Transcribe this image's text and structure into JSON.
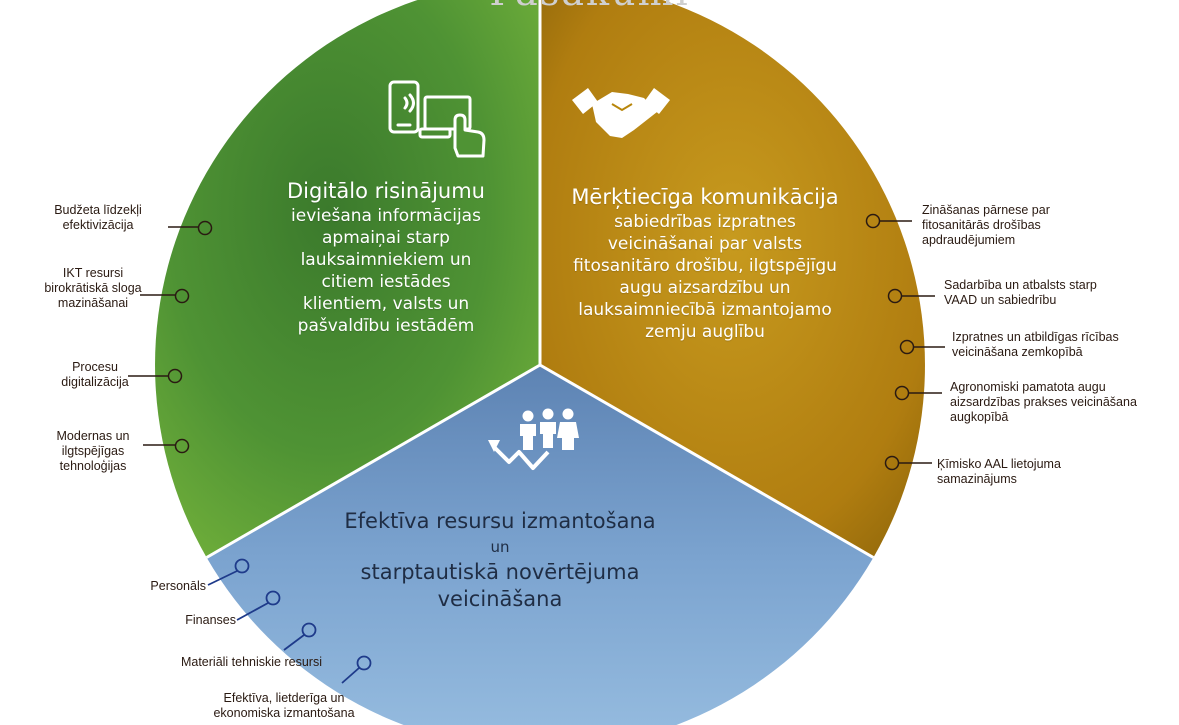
{
  "header": {
    "title": "Pasākumi"
  },
  "segments": {
    "digital": {
      "title": "Digitālo risinājumu",
      "subtitle": [
        "ieviešana informācijas",
        "apmaiņai starp",
        "lauksaimniekiem un",
        "citiem iestādes",
        "klientiem, valsts un",
        "pašvaldību iestādēm"
      ],
      "icon": "touchscreen-devices-icon",
      "color": "#4a8a30",
      "bullets": [
        [
          "Budžeta līdzekļi",
          "efektivizācija"
        ],
        [
          "IKT resursi",
          "birokrātiskā sloga",
          "mazināšanai"
        ],
        [
          "Procesu",
          "digitalizācija"
        ],
        [
          "Modernas un",
          "ilgtspējīgas",
          "tehnoloģijas"
        ]
      ]
    },
    "communication": {
      "title": "Mērķtiecīga komunikācija",
      "subtitle": [
        "sabiedrības izpratnes",
        "veicināšanai par valsts",
        "fitosanitāro drošību, ilgtspējīgu",
        "augu aizsardzību un",
        "lauksaimniecībā izmantojamo",
        "zemju auglību"
      ],
      "icon": "handshake-icon",
      "color": "#b8860b",
      "bullets": [
        [
          "Zināšanas pārnese par",
          "fitosanitārās drošības",
          "apdraudējumiem"
        ],
        [
          "Sadarbība un atbalsts starp",
          "VAAD un sabiedrību"
        ],
        [
          "Izpratnes un atbildīgas rīcības",
          "veicināšana zemkopībā"
        ],
        [
          "Agronomiski pamatota augu",
          "aizsardzības prakses veicināšana",
          "augkopībā"
        ],
        [
          "Ķīmisko AAL lietojuma",
          "samazinājums"
        ]
      ]
    },
    "resources": {
      "title": [
        "Efektīva resursu izmantošana",
        "un",
        "starptautiskā novērtējuma",
        "veicināšana"
      ],
      "icon": "people-growth-icon",
      "color": "#6f97c4",
      "bullets": [
        [
          "Personāls"
        ],
        [
          "Finanses"
        ],
        [
          "Materiāli tehniskie resursi"
        ],
        [
          "Efektīva, lietderīga un",
          "ekonomiska izmantošana"
        ]
      ]
    }
  }
}
